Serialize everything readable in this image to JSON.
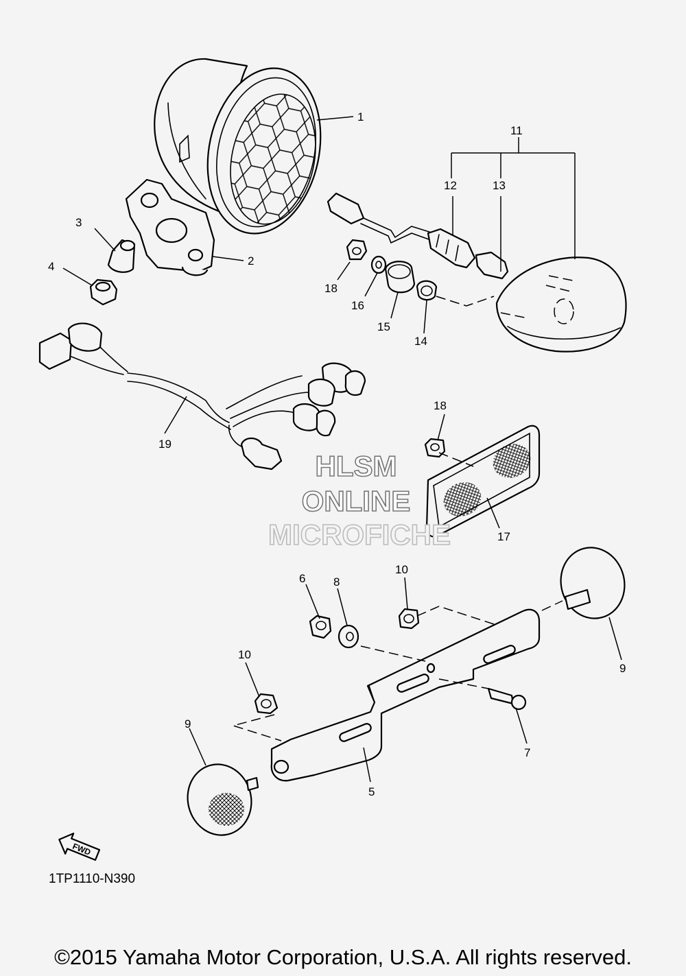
{
  "diagram_code": "1TP1110-N390",
  "copyright": "©2015 Yamaha Motor Corporation, U.S.A. All rights reserved.",
  "watermark": {
    "line1": "HLSM",
    "line2": "ONLINE",
    "line3": "MICROFICHE"
  },
  "direction_badge": "FWD",
  "callouts": {
    "c1": "1",
    "c2": "2",
    "c3": "3",
    "c4": "4",
    "c5": "5",
    "c6": "6",
    "c7": "7",
    "c8": "8",
    "c9a": "9",
    "c9b": "9",
    "c10a": "10",
    "c10b": "10",
    "c11": "11",
    "c12": "12",
    "c13": "13",
    "c14": "14",
    "c15": "15",
    "c16": "16",
    "c17": "17",
    "c18a": "18",
    "c18b": "18",
    "c19": "19"
  }
}
